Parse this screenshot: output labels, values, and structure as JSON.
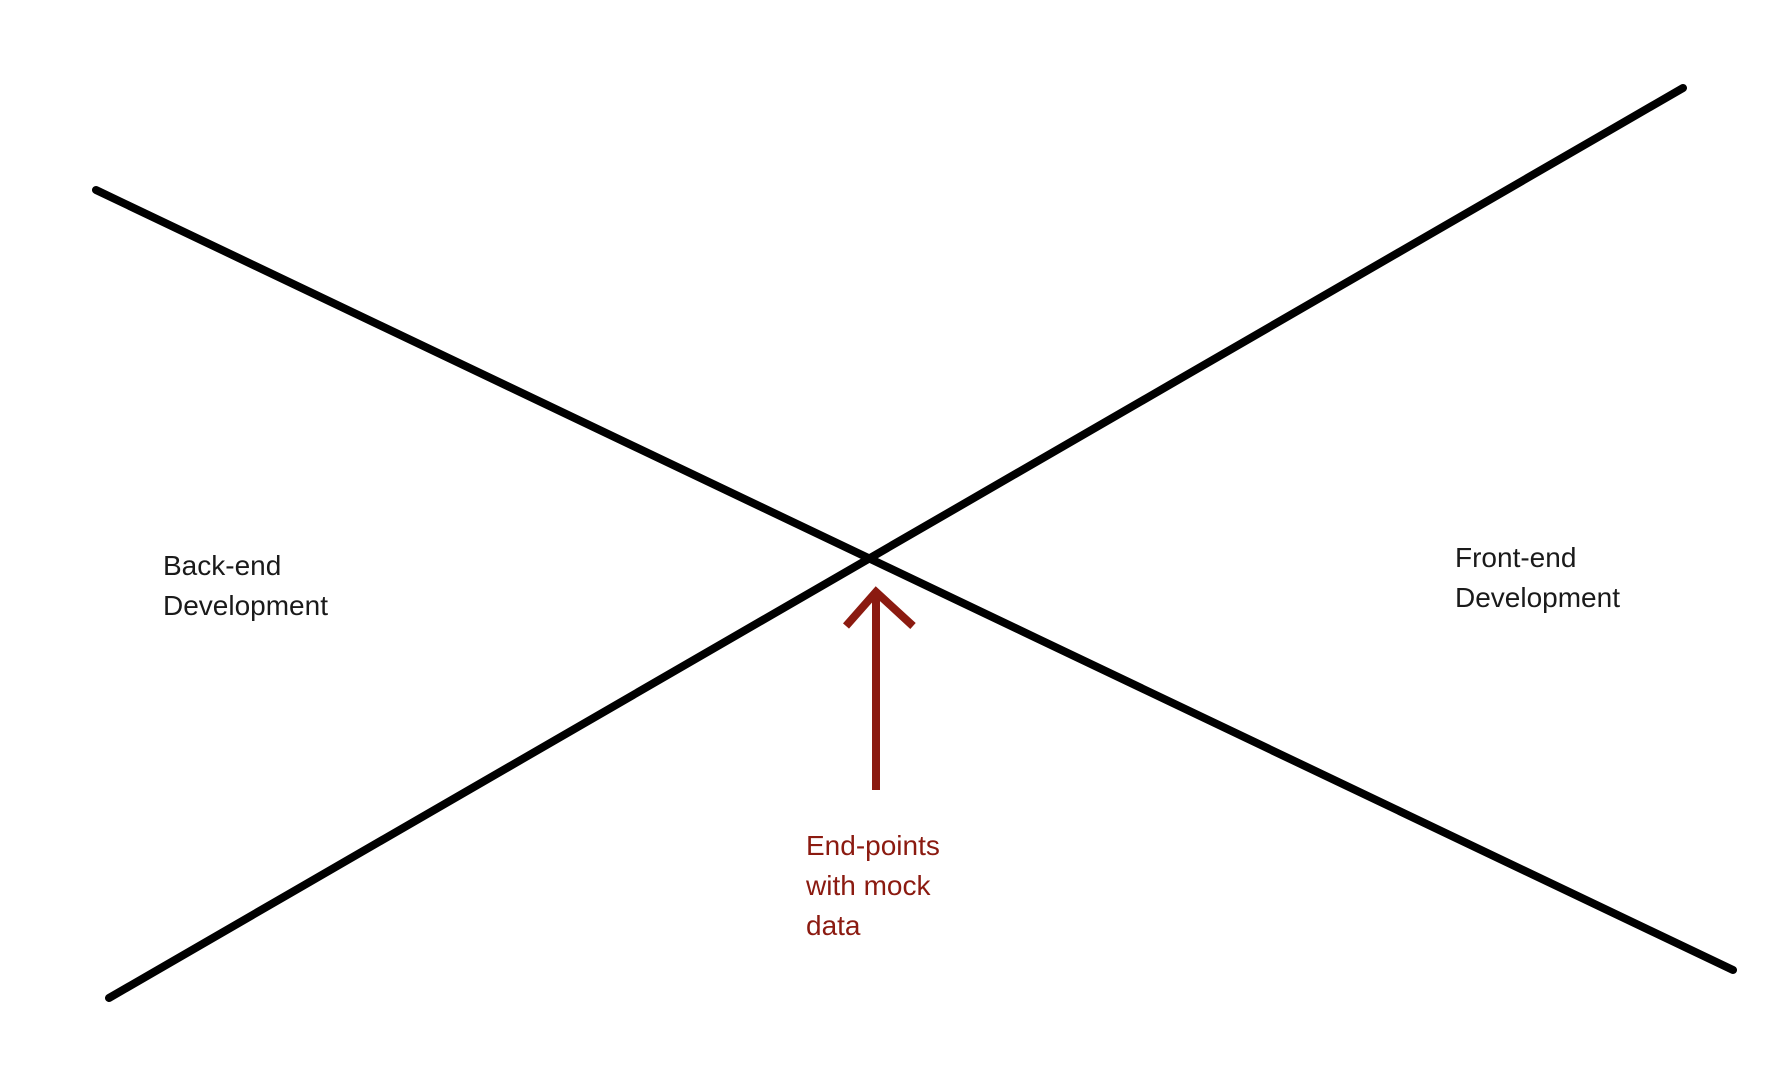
{
  "labels": {
    "backend": {
      "lines": [
        "Back-end",
        "Development"
      ]
    },
    "frontend": {
      "lines": [
        "Front-end",
        "Development"
      ]
    },
    "endpoints": {
      "lines": [
        "End-points",
        "with mock",
        "data"
      ]
    }
  },
  "colors": {
    "background": "#ffffff",
    "lines": "#000000",
    "text": "#1a1a1a",
    "accent": "#8b1a10"
  }
}
